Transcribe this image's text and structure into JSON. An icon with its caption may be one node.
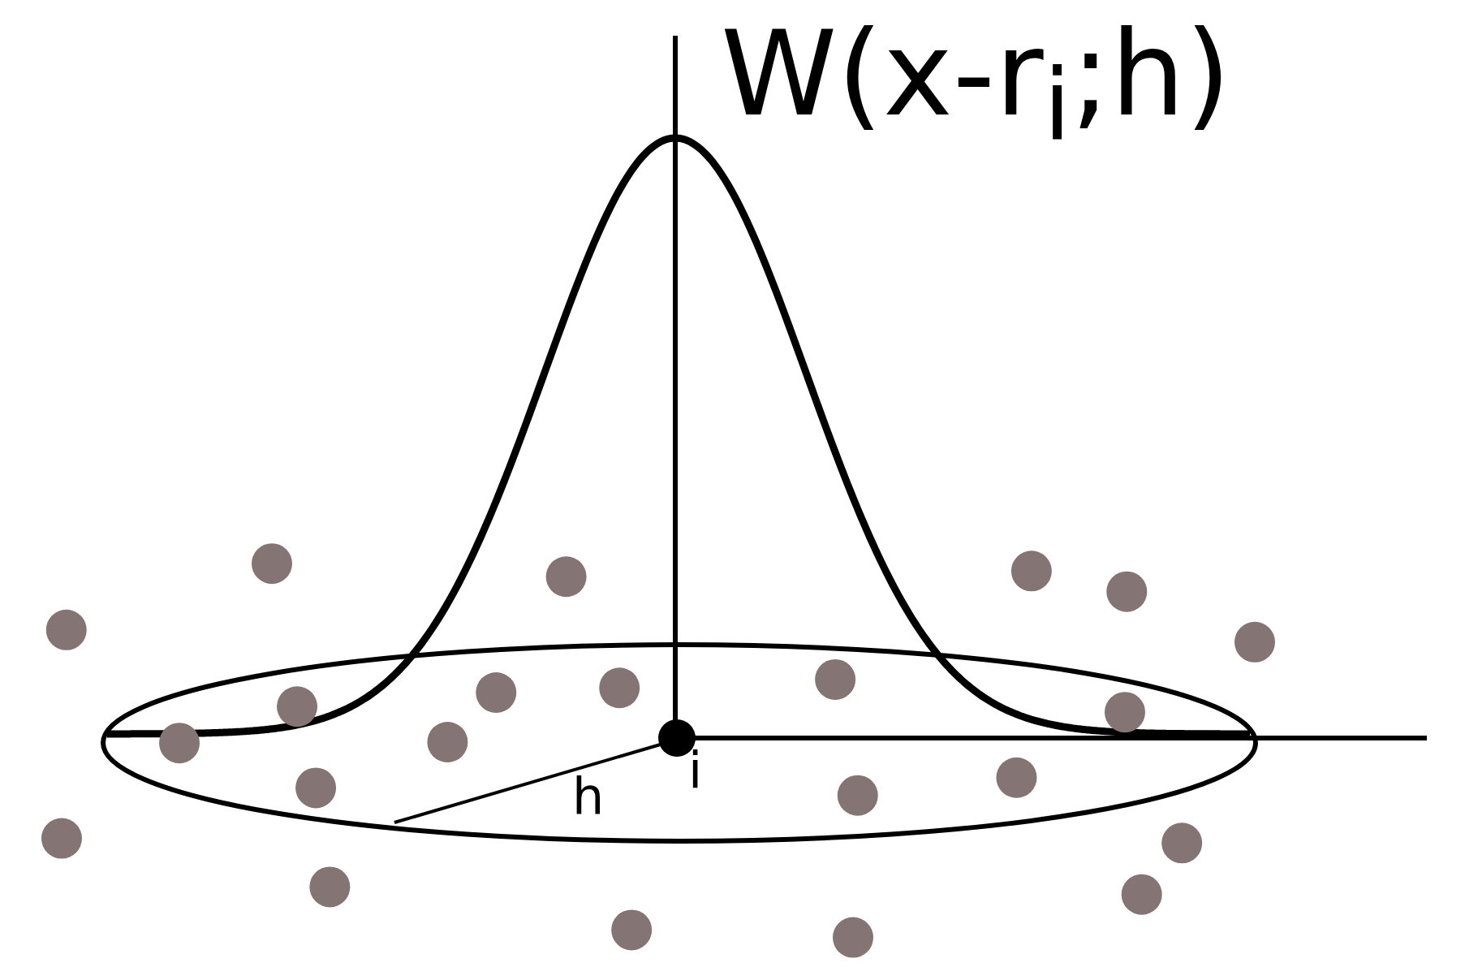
{
  "diagram": {
    "labels": [
      "W(x-r$_{i}$;h)",
      "h",
      "i"
    ]
  }
}
